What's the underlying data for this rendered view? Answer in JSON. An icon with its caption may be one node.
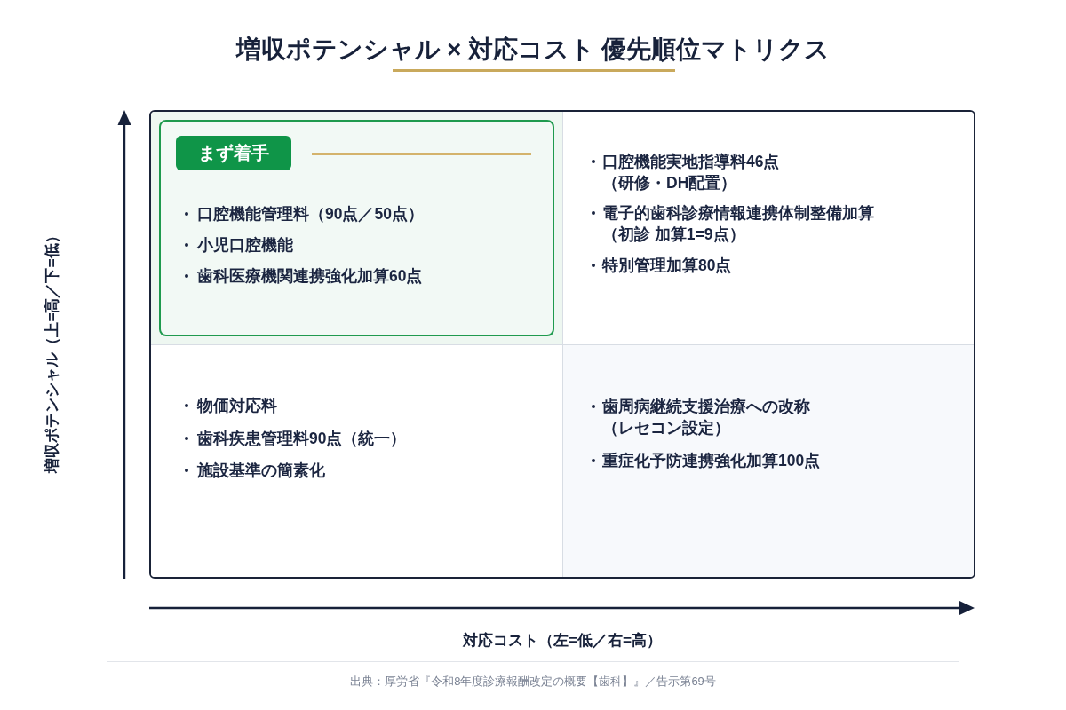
{
  "diagram": {
    "title": "増収ポテンシャル × 対応コスト 優先順位マトリクス",
    "caption": "出典：厚労省『令和8年度診療報酬改定の概要【歯科】』／告示第69号",
    "nodes": [
      {
        "text": [],
        "shape": "box"
      },
      {
        "text": [],
        "shape": "box",
        "in": 0
      },
      {
        "text": [
          "口腔機能管理料（90点／50点）",
          "小児口腔機能",
          "歯科医療機関連携強化加算60点"
        ],
        "in": 1
      },
      {
        "text": [
          "まず着手"
        ],
        "in": 2
      },
      {
        "text": [
          "口腔機能実地指導料46点（研修・DH配置）",
          "電子的歯科診療情報連携体制整備加算（初診 加算1=9点）",
          "特別管理加算80点"
        ],
        "in": 0
      },
      {
        "text": [
          "物価対応料",
          "歯科疾患管理料90点（統一）",
          "施設基準の簡素化"
        ],
        "in": 0
      },
      {
        "text": [
          "歯周病継続支援治療への改称（レセコン設定）",
          "重症化予防連携強化加算100点"
        ],
        "in": 0
      }
    ],
    "labels": [
      "増収ポテンシャル（上=高／下=低）",
      "対応コスト（左=低／右=高）"
    ]
  }
}
